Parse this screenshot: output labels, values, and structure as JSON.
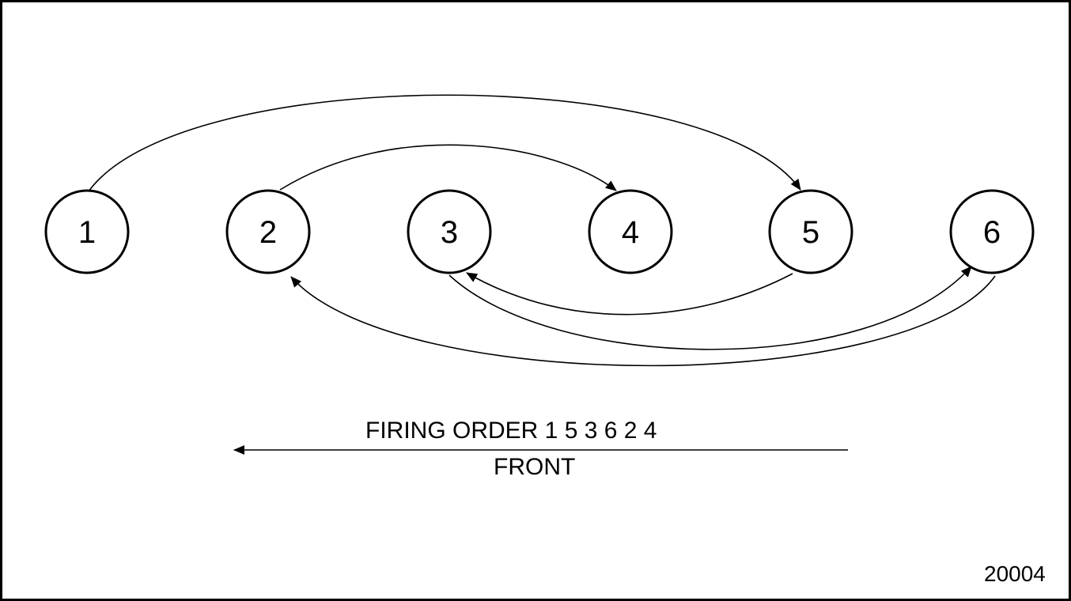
{
  "cylinders": [
    {
      "label": "1"
    },
    {
      "label": "2"
    },
    {
      "label": "3"
    },
    {
      "label": "4"
    },
    {
      "label": "5"
    },
    {
      "label": "6"
    }
  ],
  "firing_order_text": "FIRING ORDER 1 5 3 6 2 4",
  "firing_sequence": [
    1,
    5,
    3,
    6,
    2,
    4
  ],
  "direction_label": "FRONT",
  "figure_number": "20004"
}
